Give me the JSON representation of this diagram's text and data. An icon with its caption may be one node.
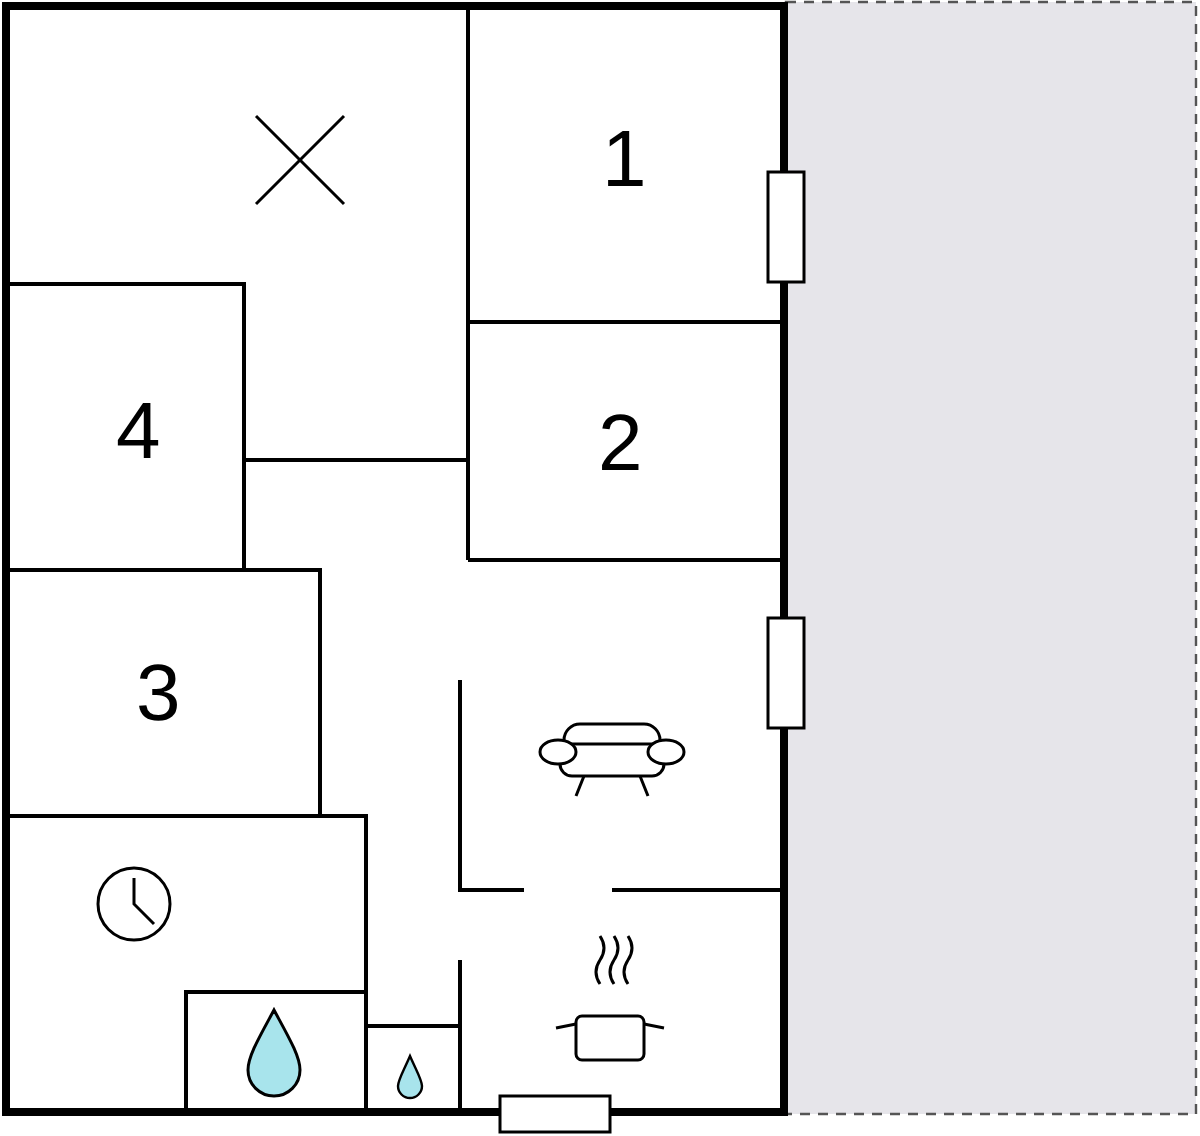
{
  "diagram": {
    "labels": [
      "1",
      "4",
      "2",
      "3"
    ]
  }
}
